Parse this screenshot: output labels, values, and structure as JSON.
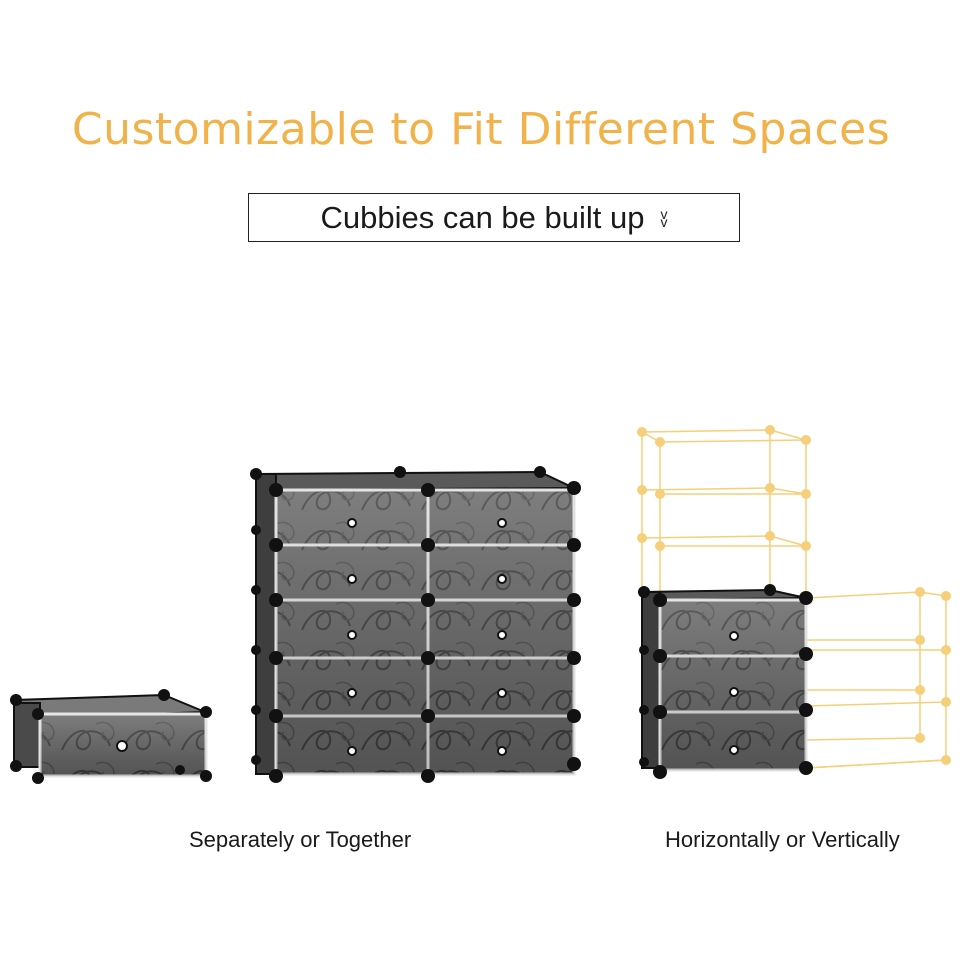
{
  "headline": "Customizable to Fit Different Spaces",
  "subheading": "Cubbies can be built up",
  "captions": {
    "left": "Separately or Together",
    "right": "Horizontally or Vertically"
  },
  "colors": {
    "accent": "#f2b24a",
    "panel": "#5f5f5f",
    "frame": "#111111",
    "outline": "#f5cf7a"
  },
  "icons": {
    "subheading_arrow": "double-chevron-down-icon"
  }
}
